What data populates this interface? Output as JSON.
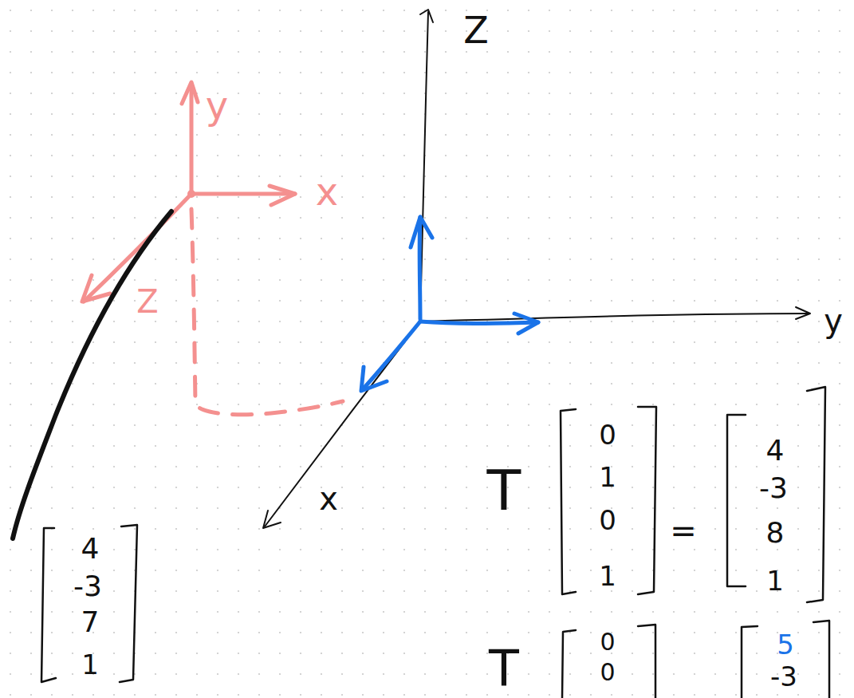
{
  "diagram": {
    "labels": [
      "Z",
      "y",
      "x",
      "Z",
      "y",
      "x",
      "T",
      "0",
      "1",
      "0",
      "1",
      "=",
      "4",
      "-3",
      "8",
      "1",
      "4",
      "-3",
      "7",
      "1",
      "T",
      "0",
      "0",
      "5",
      "-3"
    ]
  }
}
